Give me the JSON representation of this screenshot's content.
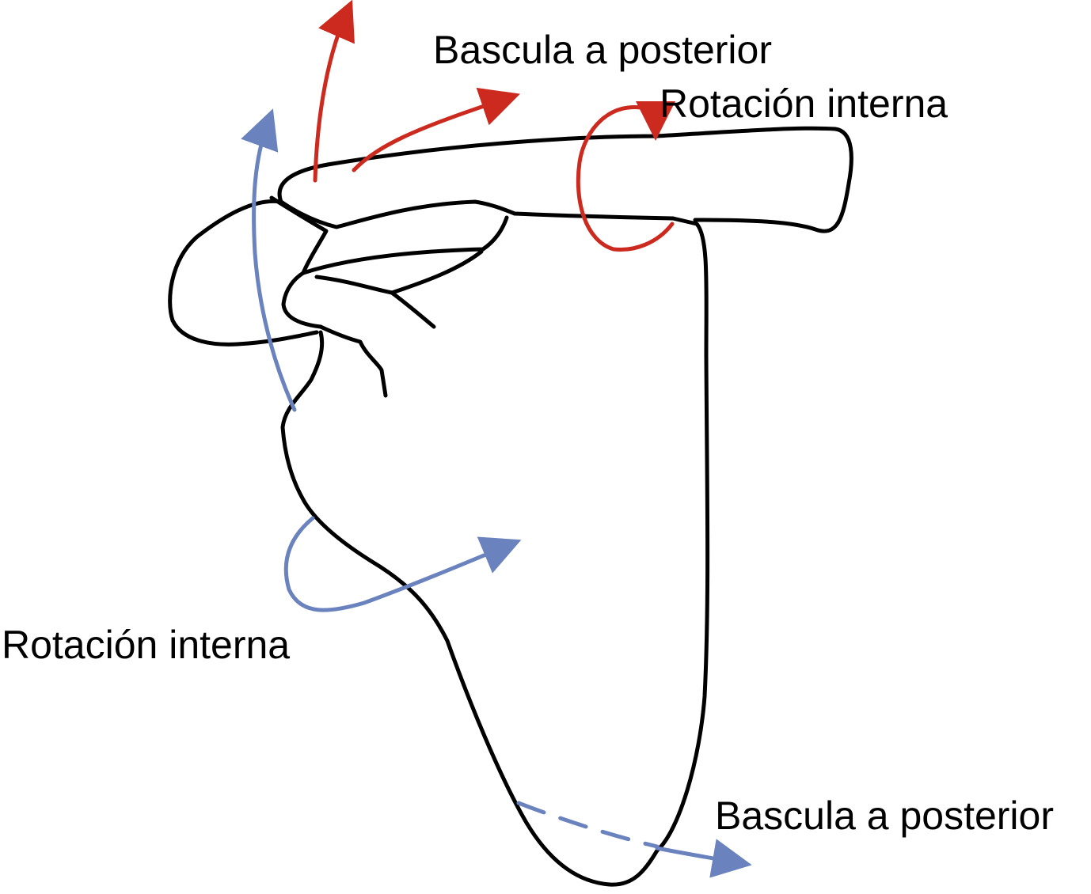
{
  "colors": {
    "outline": "#000000",
    "red_arrows": "#cc2a1f",
    "blue_arrows": "#6a82bd"
  },
  "labels": {
    "red_tilt": "Bascula a posterior",
    "red_rotation": "Rotación interna",
    "blue_rotation": "Rotación interna",
    "blue_tilt": "Bascula a posterior"
  },
  "icons": {
    "arrow_style": "curved-arrow-with-filled-head"
  }
}
